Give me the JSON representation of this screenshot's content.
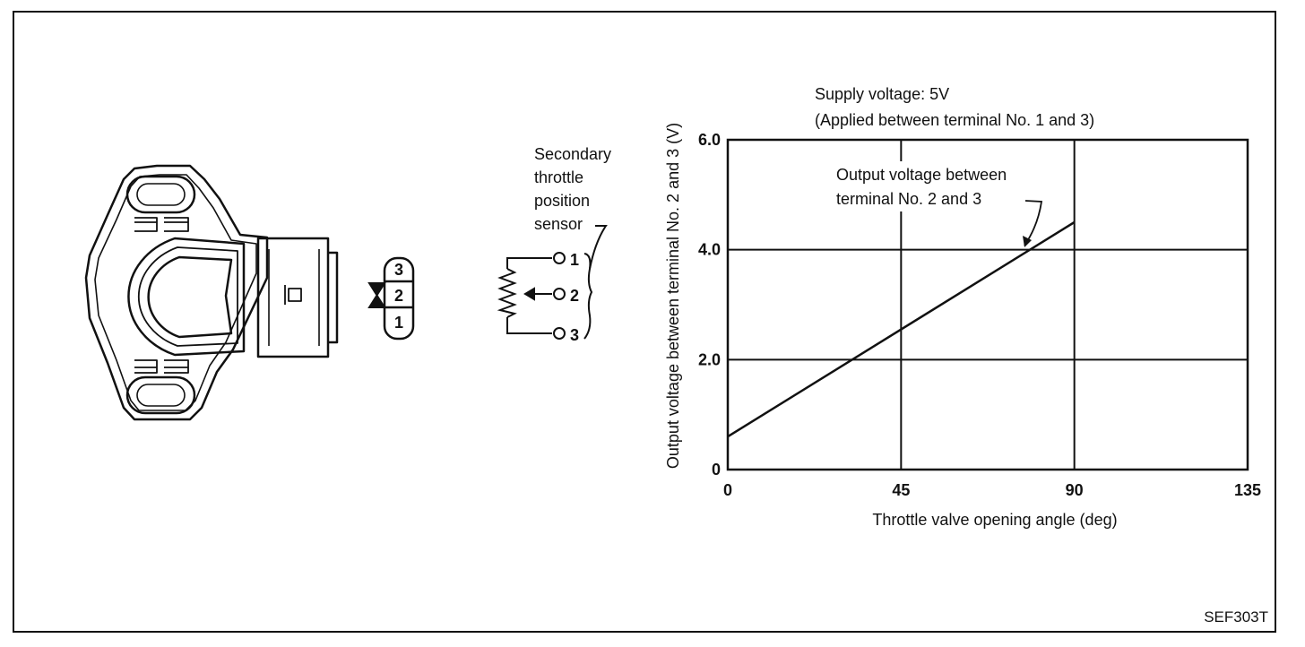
{
  "sensor_label": {
    "lines": [
      "Secondary",
      "throttle",
      "position",
      "sensor"
    ]
  },
  "connector": {
    "pins": [
      "3",
      "2",
      "1"
    ]
  },
  "schematic": {
    "terminals": [
      "1",
      "2",
      "3"
    ]
  },
  "chart_data": {
    "type": "line",
    "annotations": {
      "supply_line1": "Supply voltage: 5V",
      "supply_line2": "(Applied between terminal No. 1 and 3)",
      "curve_label_line1": "Output voltage between",
      "curve_label_line2": "terminal No. 2 and 3"
    },
    "xlabel": "Throttle valve opening angle (deg)",
    "ylabel": "Output voltage between terminal No. 2 and 3 (V)",
    "xlim": [
      0,
      135
    ],
    "ylim": [
      0,
      6.0
    ],
    "x_ticks": [
      "0",
      "45",
      "90",
      "135"
    ],
    "y_ticks": [
      "0",
      "2.0",
      "4.0",
      "6.0"
    ],
    "grid": true,
    "series": [
      {
        "x": [
          0,
          90
        ],
        "y": [
          0.6,
          4.5
        ]
      }
    ]
  },
  "figure_code": "SEF303T"
}
